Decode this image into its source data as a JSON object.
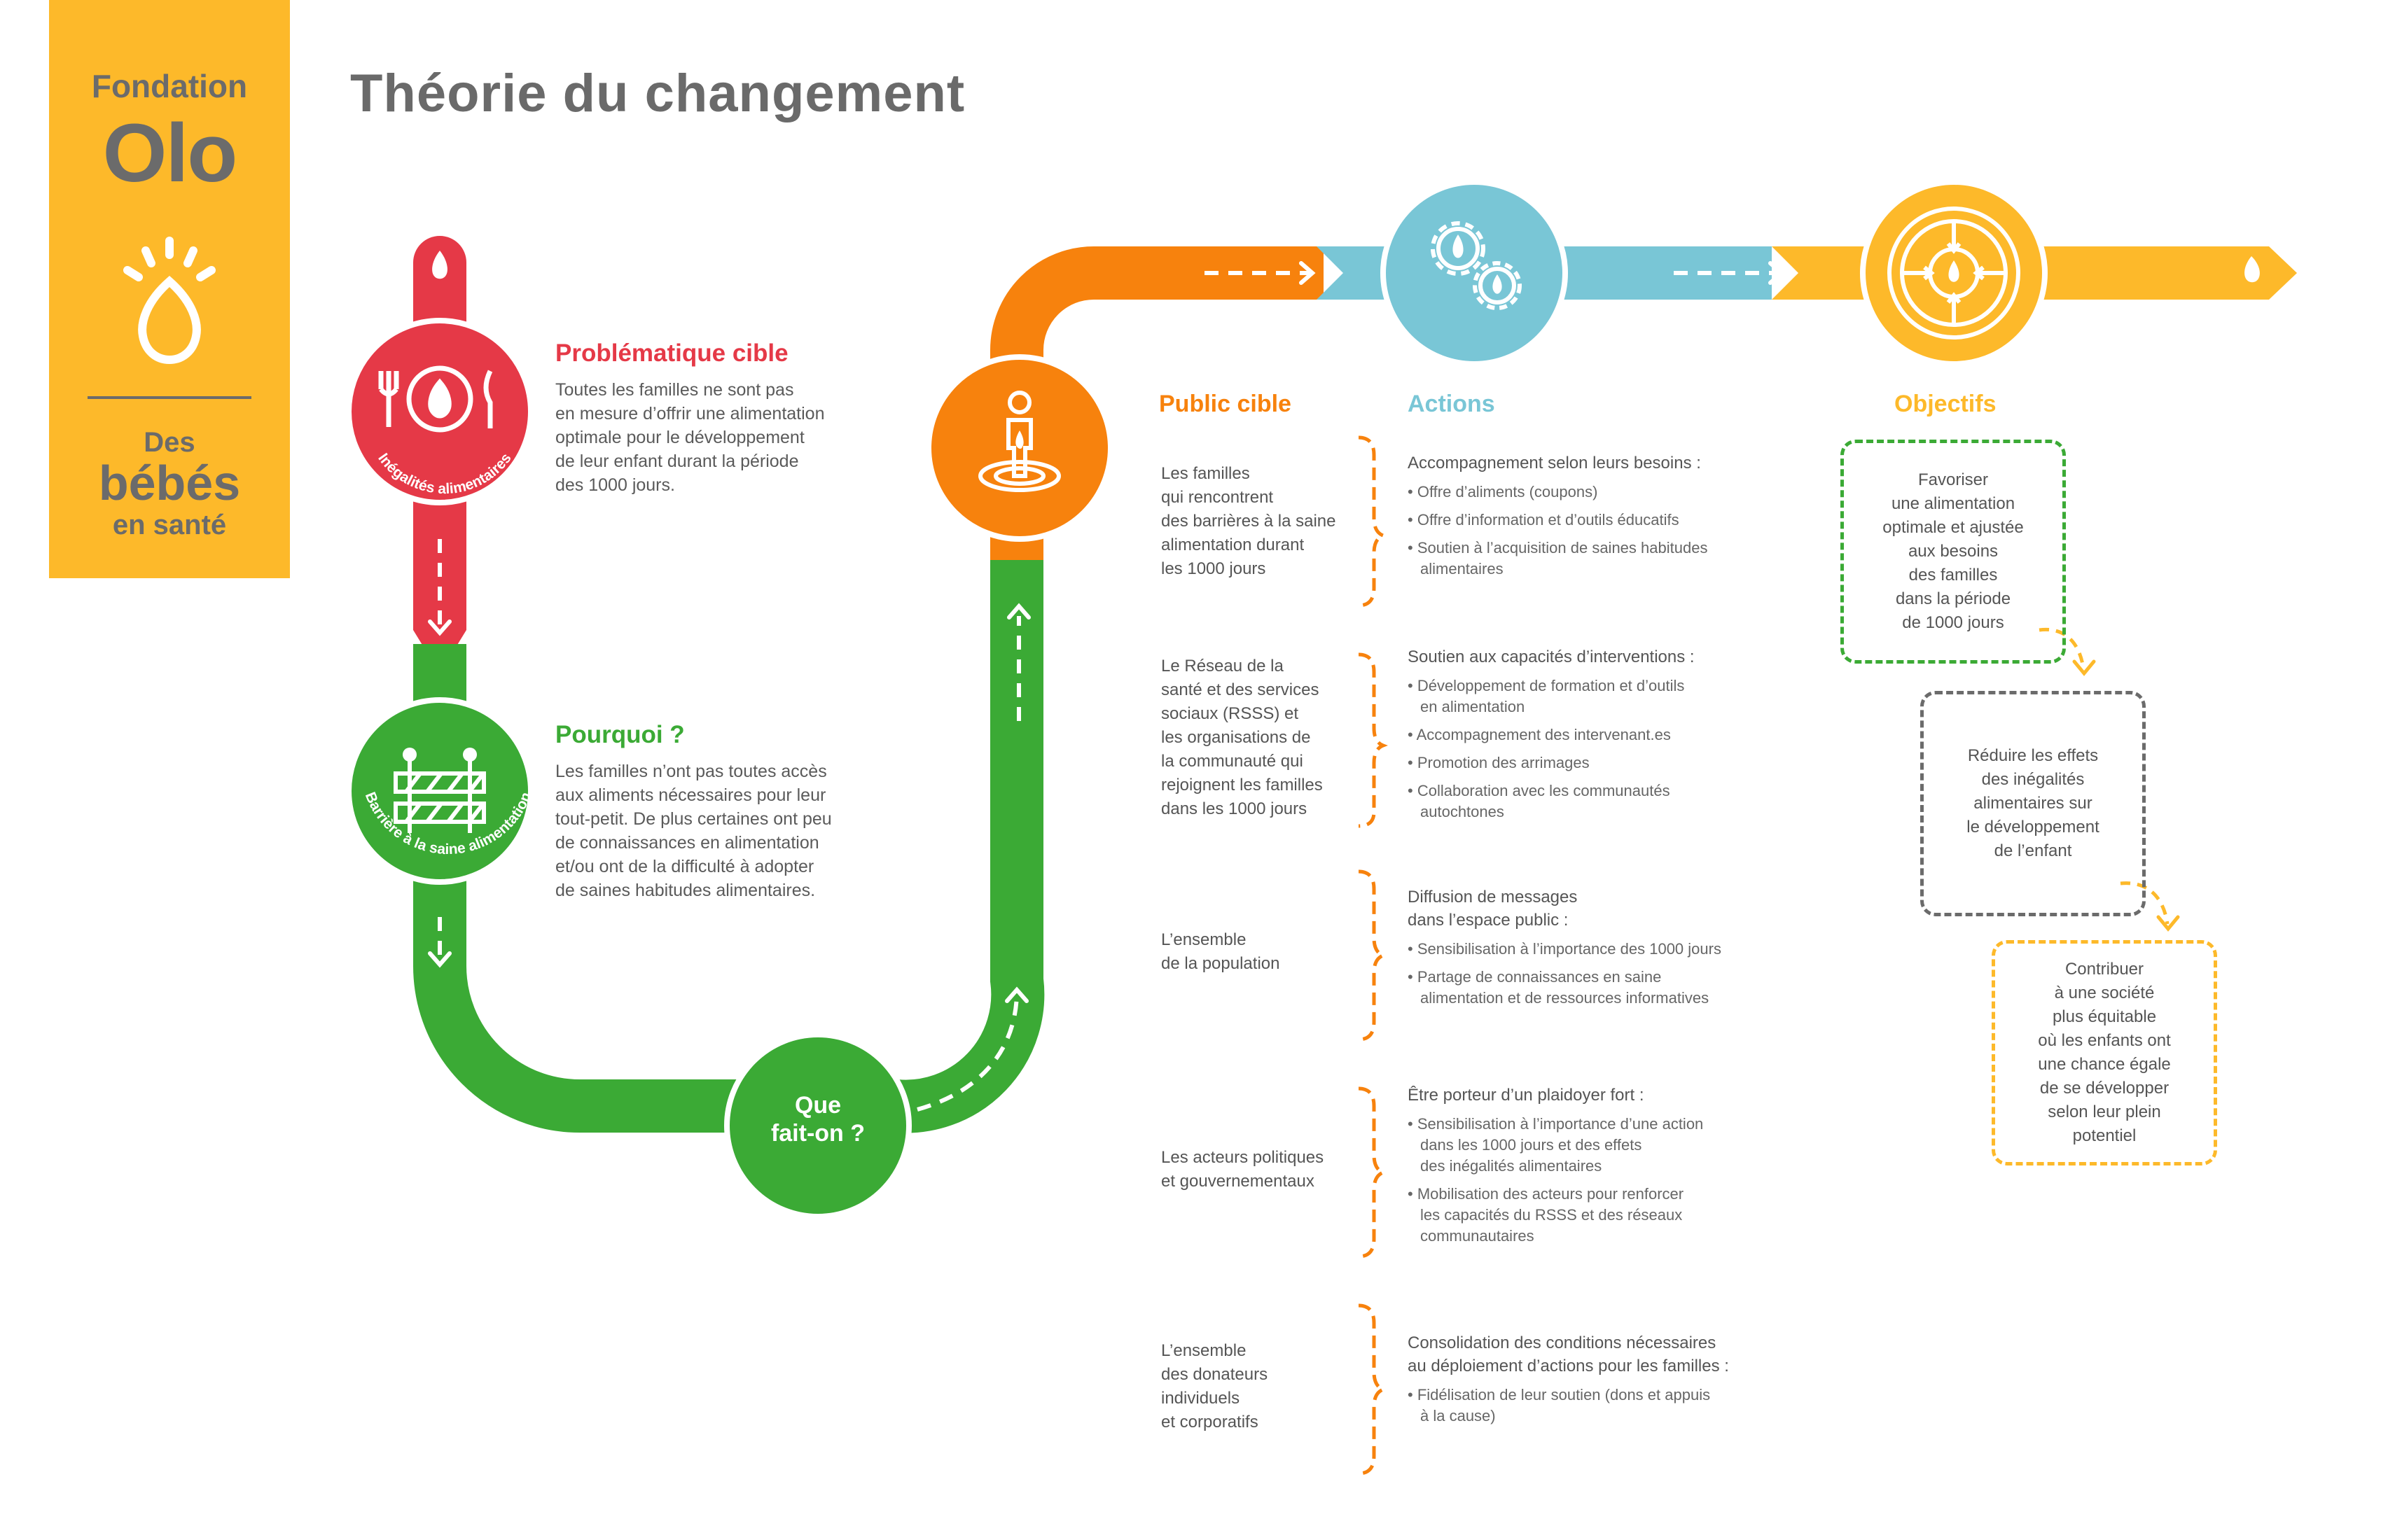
{
  "logo": {
    "fondation": "Fondation",
    "olo": "Olo",
    "des": "Des",
    "bebes": "bébés",
    "en_sante": "en santé"
  },
  "title": "Théorie du changement",
  "colors": {
    "yellow": "#FDB92A",
    "red": "#E53947",
    "green": "#3BAA35",
    "orange": "#F7820D",
    "blue": "#79C6D6",
    "grey": "#6b6b6b"
  },
  "problem": {
    "circle_label": "Inégalités alimentaires",
    "heading": "Problématique cible",
    "text": [
      "Toutes les familles ne sont pas",
      "en mesure d’offrir une alimentation",
      "optimale pour le développement",
      "de leur enfant durant la période",
      "des 1000 jours."
    ]
  },
  "why": {
    "circle_label": "Barrière à la saine alimentation",
    "heading": "Pourquoi ?",
    "text": [
      "Les familles n’ont pas toutes accès",
      "aux aliments nécessaires pour leur",
      "tout-petit. De plus certaines ont peu",
      "de connaissances en alimentation",
      "et/ou ont de la difficulté à adopter",
      "de saines habitudes alimentaires."
    ]
  },
  "what": {
    "line1": "Que",
    "line2": "fait-on ?"
  },
  "columns": {
    "public": "Public cible",
    "actions": "Actions",
    "objectives": "Objectifs"
  },
  "rows": [
    {
      "public": [
        "Les familles",
        "qui rencontrent",
        "des barrières à la saine",
        "alimentation durant",
        "les 1000 jours"
      ],
      "action_heading": [
        "Accompagnement selon leurs besoins :"
      ],
      "items": [
        [
          "Offre d’aliments (coupons)"
        ],
        [
          "Offre d’information et d’outils éducatifs"
        ],
        [
          "Soutien à l’acquisition de saines habitudes",
          "alimentaires"
        ]
      ]
    },
    {
      "public": [
        "Le Réseau de la",
        "santé et des services",
        "sociaux (RSSS) et",
        "les organisations de",
        "la communauté qui",
        "rejoignent les familles",
        "dans les 1000 jours"
      ],
      "action_heading": [
        "Soutien aux capacités d’interventions :"
      ],
      "items": [
        [
          "Développement de formation et d’outils",
          "en alimentation"
        ],
        [
          "Accompagnement des intervenant.es"
        ],
        [
          "Promotion des arrimages"
        ],
        [
          "Collaboration avec les communautés",
          "autochtones"
        ]
      ]
    },
    {
      "public": [
        "L’ensemble",
        "de la population"
      ],
      "action_heading": [
        "Diffusion de messages",
        "dans l’espace public :"
      ],
      "items": [
        [
          "Sensibilisation à l’importance des 1000 jours"
        ],
        [
          "Partage de connaissances en saine",
          "alimentation et de ressources informatives"
        ]
      ]
    },
    {
      "public": [
        "Les acteurs politiques",
        "et gouvernementaux"
      ],
      "action_heading": [
        "Être porteur d’un plaidoyer fort :"
      ],
      "items": [
        [
          "Sensibilisation à l’importance d’une action",
          "dans les 1000 jours et des effets",
          "des inégalités alimentaires"
        ],
        [
          "Mobilisation des acteurs pour renforcer",
          "les capacités du RSSS et des réseaux",
          "communautaires"
        ]
      ]
    },
    {
      "public": [
        "L’ensemble",
        "des donateurs",
        "individuels",
        "et corporatifs"
      ],
      "action_heading": [
        "Consolidation des conditions nécessaires",
        "au déploiement d’actions pour les familles :"
      ],
      "items": [
        [
          "Fidélisation de leur soutien (dons et appuis",
          "à la cause)"
        ]
      ]
    }
  ],
  "objectives": [
    [
      "Favoriser",
      "une alimentation",
      "optimale et ajustée",
      "aux besoins",
      "des familles",
      "dans la période",
      "de 1000 jours"
    ],
    [
      "Réduire les effets",
      "des inégalités",
      "alimentaires sur",
      "le développement",
      "de l’enfant"
    ],
    [
      "Contribuer",
      "à une société",
      "plus équitable",
      "où les enfants ont",
      "une chance égale",
      "de se développer",
      "selon leur plein",
      "potentiel"
    ]
  ]
}
